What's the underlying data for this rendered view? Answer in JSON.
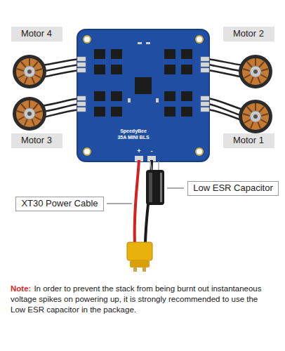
{
  "diagram": {
    "nodes": [
      {
        "text": [
          "Motor 4"
        ]
      },
      {
        "text": [
          "Motor 2"
        ]
      },
      {
        "text": [
          "Motor 3"
        ]
      },
      {
        "text": [
          "Motor 1"
        ]
      },
      {
        "text": [
          "Low ESR Capacitor"
        ]
      },
      {
        "text": [
          "XT30 Power Cable"
        ]
      }
    ],
    "edges": [],
    "labels": [
      "SpeedyBee",
      "35A MINI BLS",
      "+",
      "-",
      "Note:",
      "In order to prevent the stack from being burnt out instantaneous voltage spikes on powering up, it is strongly recommended to use the Low ESR capacitor in the package."
    ]
  }
}
